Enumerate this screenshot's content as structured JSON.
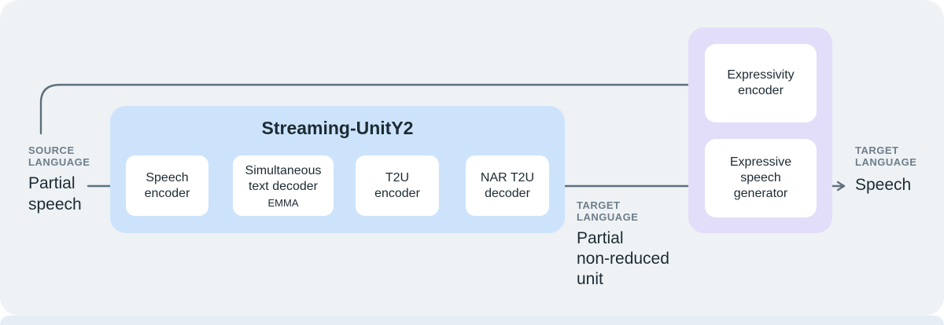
{
  "diagram": {
    "source": {
      "label": "SOURCE\nLANGUAGE",
      "text": "Partial\nspeech"
    },
    "streaming_block": {
      "title": "Streaming-UnitY2",
      "nodes": [
        {
          "id": "speech-encoder",
          "label": "Speech\nencoder"
        },
        {
          "id": "simultaneous-text-decoder",
          "label": "Simultaneous\ntext decoder",
          "sublabel": "EMMA"
        },
        {
          "id": "t2u-encoder",
          "label": "T2U\nencoder"
        },
        {
          "id": "nar-t2u-decoder",
          "label": "NAR T2U\ndecoder"
        }
      ]
    },
    "expressive_block": {
      "nodes": [
        {
          "id": "expressivity-encoder",
          "label": "Expressivity\nencoder"
        },
        {
          "id": "expressive-speech-generator",
          "label": "Expressive\nspeech\ngenerator"
        }
      ]
    },
    "intermediate_output": {
      "label": "TARGET\nLANGUAGE",
      "text": "Partial\nnon-reduced\nunit"
    },
    "final_output": {
      "label": "TARGET\nLANGUAGE",
      "text": "Speech"
    },
    "edges": [
      {
        "from": "partial-speech",
        "to": "speech-encoder"
      },
      {
        "from": "speech-encoder",
        "to": "simultaneous-text-decoder"
      },
      {
        "from": "simultaneous-text-decoder",
        "to": "t2u-encoder"
      },
      {
        "from": "t2u-encoder",
        "to": "nar-t2u-decoder"
      },
      {
        "from": "nar-t2u-decoder",
        "to": "expressive-speech-generator"
      },
      {
        "from": "partial-speech",
        "to": "expressivity-encoder"
      },
      {
        "from": "expressivity-encoder",
        "to": "expressive-speech-generator"
      },
      {
        "from": "expressive-speech-generator",
        "to": "speech-output"
      }
    ],
    "colors": {
      "canvas": "#eef2f5",
      "bottom_strip": "#e6edf4",
      "streaming_block_bg": "#cce3fb",
      "expressive_block_bg": "#e2ddf9",
      "node_bg": "#ffffff",
      "arrow": "#5e6f7d",
      "text_dark": "#1c2b33",
      "label_gray": "#6e7e8a"
    }
  }
}
